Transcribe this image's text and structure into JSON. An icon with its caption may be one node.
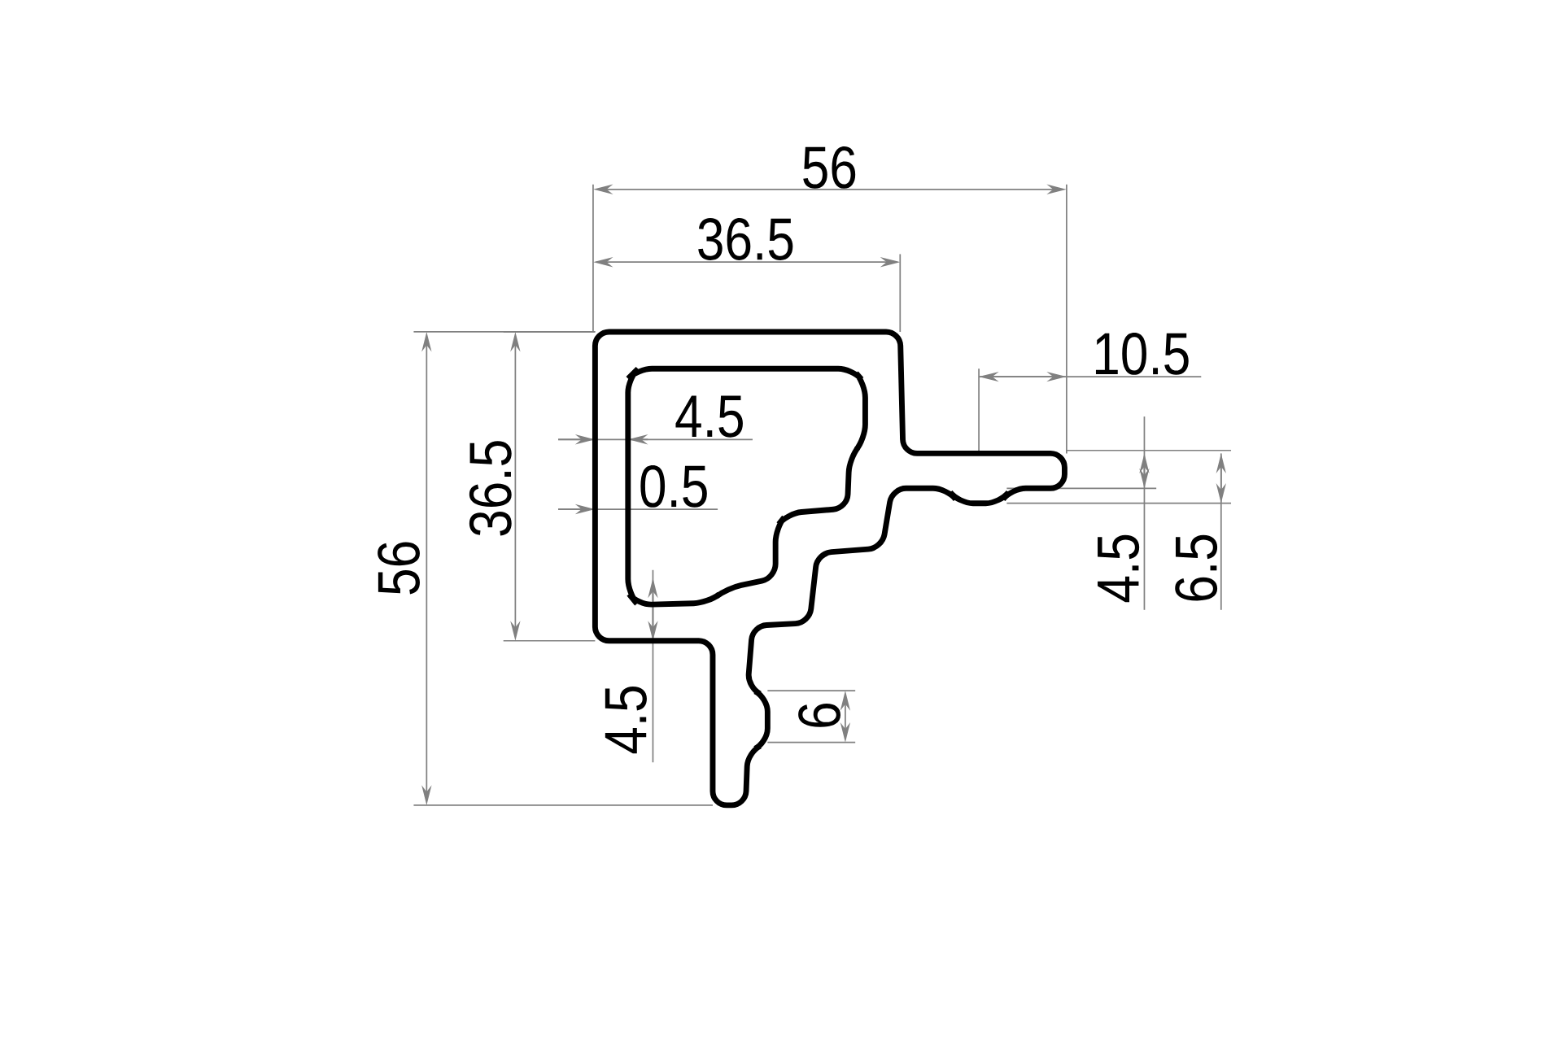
{
  "diagram": {
    "labels": [
      "56",
      "36.5",
      "10.5",
      "4.5",
      "0.5",
      "36.5",
      "56",
      "4.5",
      "6.5",
      "6",
      "4.5"
    ]
  }
}
